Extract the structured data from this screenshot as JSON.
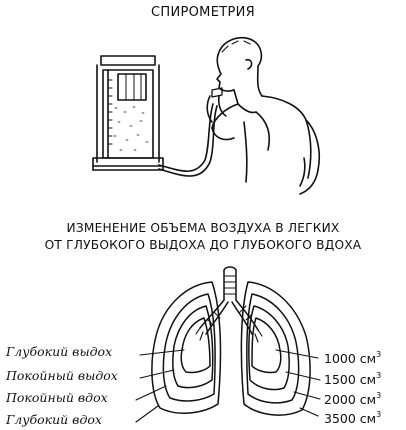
{
  "header": {
    "title": "СПИРОМЕТРИЯ"
  },
  "section": {
    "title_line1": "ИЗМЕНЕНИЕ ОБЪЕМА ВОЗДУХА В ЛЕГКИХ",
    "title_line2": "ОТ ГЛУБОКОГО ВЫДОХА ДО ГЛУБОКОГО ВДОХА"
  },
  "lung_labels": [
    {
      "label": "Глубокий выдох",
      "volume": "1000",
      "unit": "см",
      "exp": "3"
    },
    {
      "label": "Покойный выдох",
      "volume": "1500",
      "unit": "см",
      "exp": "3"
    },
    {
      "label": "Покойный вдох",
      "volume": "2000",
      "unit": "см",
      "exp": "3"
    },
    {
      "label": "Глубокий вдох",
      "volume": "3500",
      "unit": "см",
      "exp": "3"
    }
  ],
  "colors": {
    "ink": "#111111",
    "background": "#ffffff"
  },
  "illustrations": [
    "spirometer-device",
    "man-breathing-into-tube",
    "lungs-volume-contours"
  ]
}
